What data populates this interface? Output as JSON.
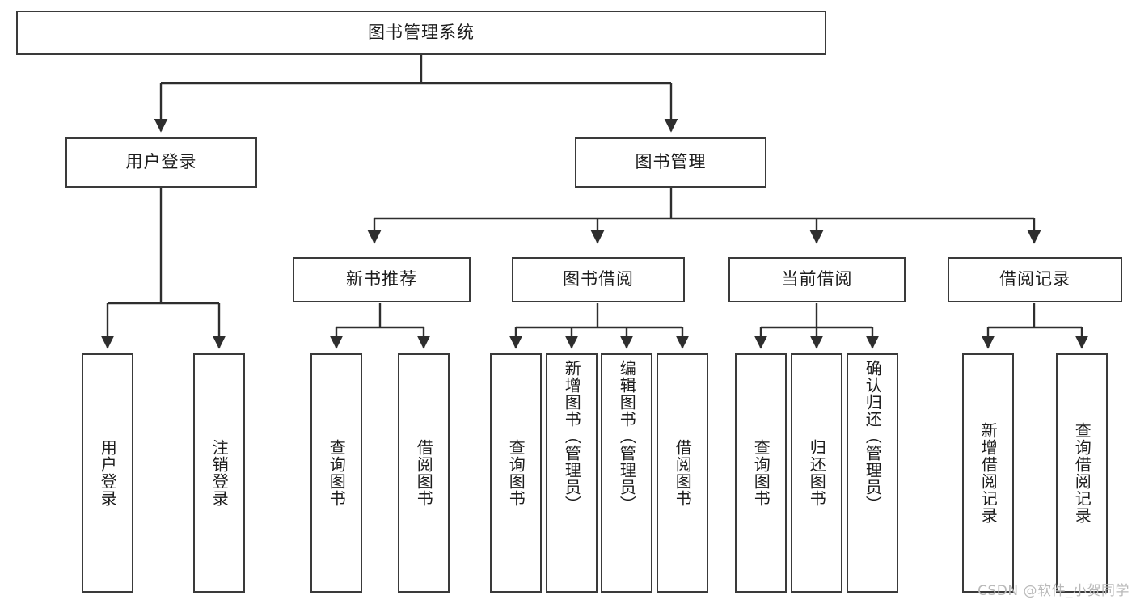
{
  "diagram": {
    "title": "图书管理系统",
    "type": "tree-hierarchy-diagram",
    "style": {
      "box_border_color": "#3a3a3a",
      "box_fill_color": "#ffffff",
      "line_color": "#2e2e2e",
      "text_color": "#1c1c1c",
      "background": "#ffffff"
    },
    "root": {
      "label": "图书管理系统"
    },
    "level2": [
      {
        "label": "用户登录"
      },
      {
        "label": "图书管理"
      }
    ],
    "level3": [
      {
        "label": "新书推荐"
      },
      {
        "label": "图书借阅"
      },
      {
        "label": "当前借阅"
      },
      {
        "label": "借阅记录"
      }
    ],
    "leaves": {
      "user_login": [
        {
          "label": "用户登录"
        },
        {
          "label": "注销登录"
        }
      ],
      "new_book_recommend": [
        {
          "label": "查询图书"
        },
        {
          "label": "借阅图书"
        }
      ],
      "book_borrow": [
        {
          "label": "查询图书"
        },
        {
          "label": "新增图书（管理员）"
        },
        {
          "label": "编辑图书（管理员）"
        },
        {
          "label": "借阅图书"
        }
      ],
      "current_borrow": [
        {
          "label": "查询图书"
        },
        {
          "label": "归还图书"
        },
        {
          "label": "确认归还（管理员）"
        }
      ],
      "borrow_record": [
        {
          "label": "新增借阅记录"
        },
        {
          "label": "查询借阅记录"
        }
      ]
    }
  },
  "watermark": {
    "text": "CSDN @软件_小贺同学"
  }
}
